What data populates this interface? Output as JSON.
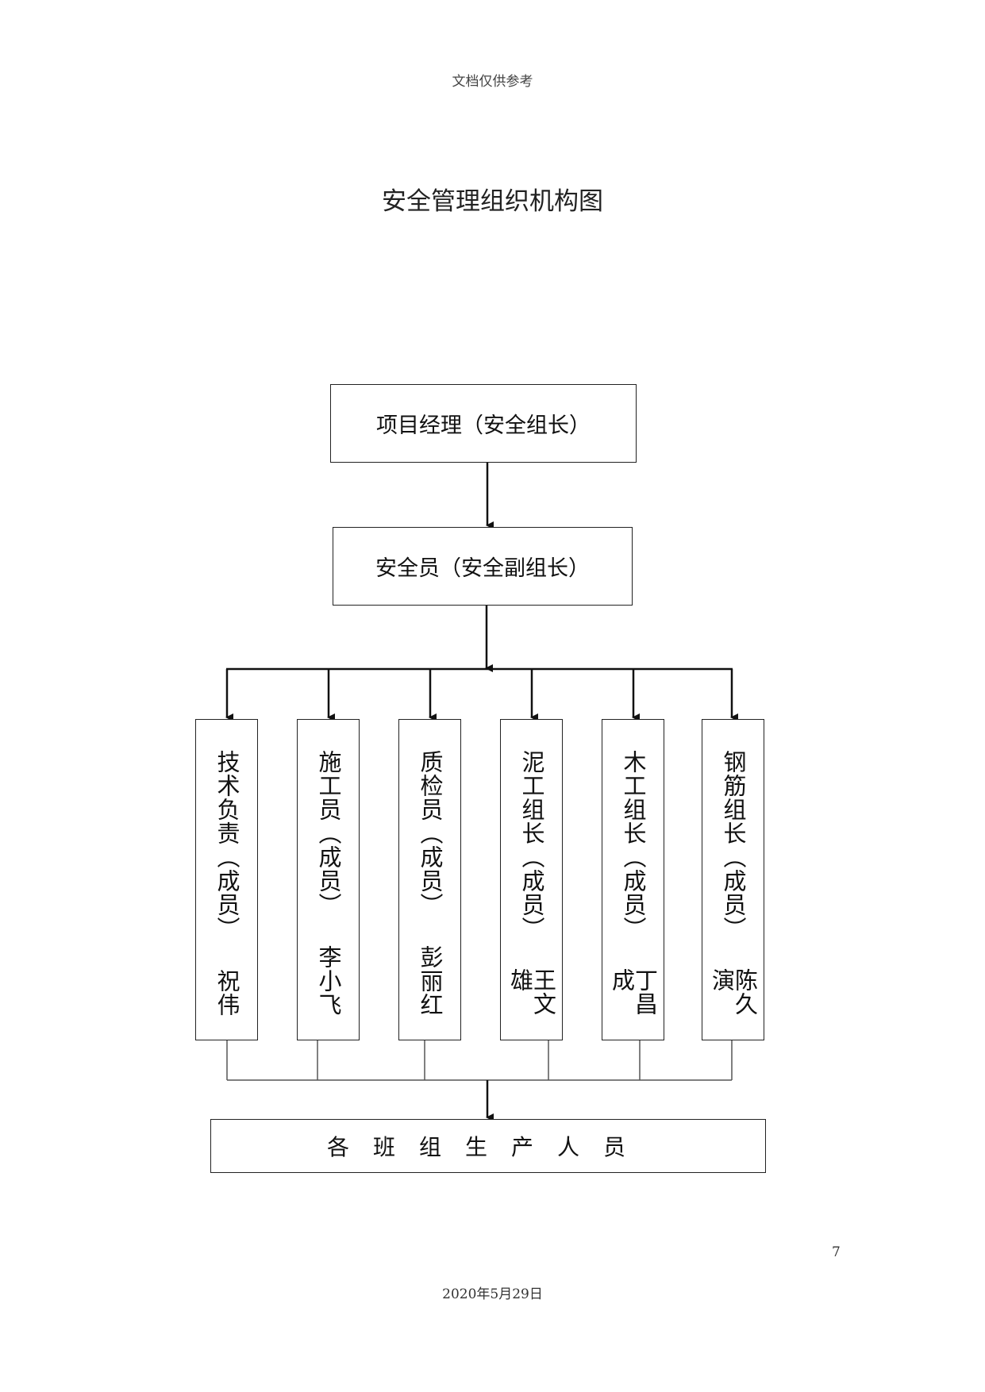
{
  "header": {
    "note": "文档仅供参考"
  },
  "title": "安全管理组织机构图",
  "org_chart": {
    "top": "项目经理（安全组长）",
    "second": "安全员（安全副组长）",
    "members": [
      {
        "role": "技术负责（成员）",
        "name": "祝伟"
      },
      {
        "role": "施工员（成员）",
        "name": "李小飞"
      },
      {
        "role": "质检员（成员）",
        "name": "彭丽红"
      },
      {
        "role": "泥工组长（成员）",
        "name": "王文雄"
      },
      {
        "role": "木工组长（成员）",
        "name": "丁昌成"
      },
      {
        "role": "钢筋组长（成员）",
        "name": "陈久演"
      }
    ],
    "bottom": "各班组生产人员"
  },
  "footer": {
    "page_number": "7",
    "date": "2020年5月29日"
  }
}
